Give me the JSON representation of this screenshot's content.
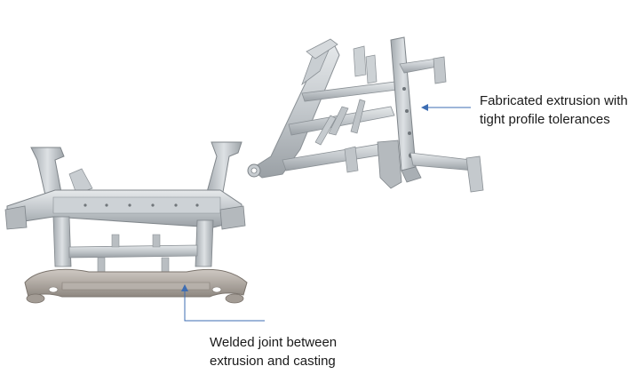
{
  "annotations": {
    "fabricated_extrusion": {
      "line1": "Fabricated extrusion with",
      "line2": "tight profile tolerances"
    },
    "welded_joint": {
      "line1": "Welded joint between",
      "line2": "extrusion and casting"
    }
  },
  "colors": {
    "background": "#ffffff",
    "arrow": "#3d6db3",
    "metal_light": "#d8dcdf",
    "metal_mid": "#b9bec2",
    "metal_dark": "#8c9297"
  }
}
